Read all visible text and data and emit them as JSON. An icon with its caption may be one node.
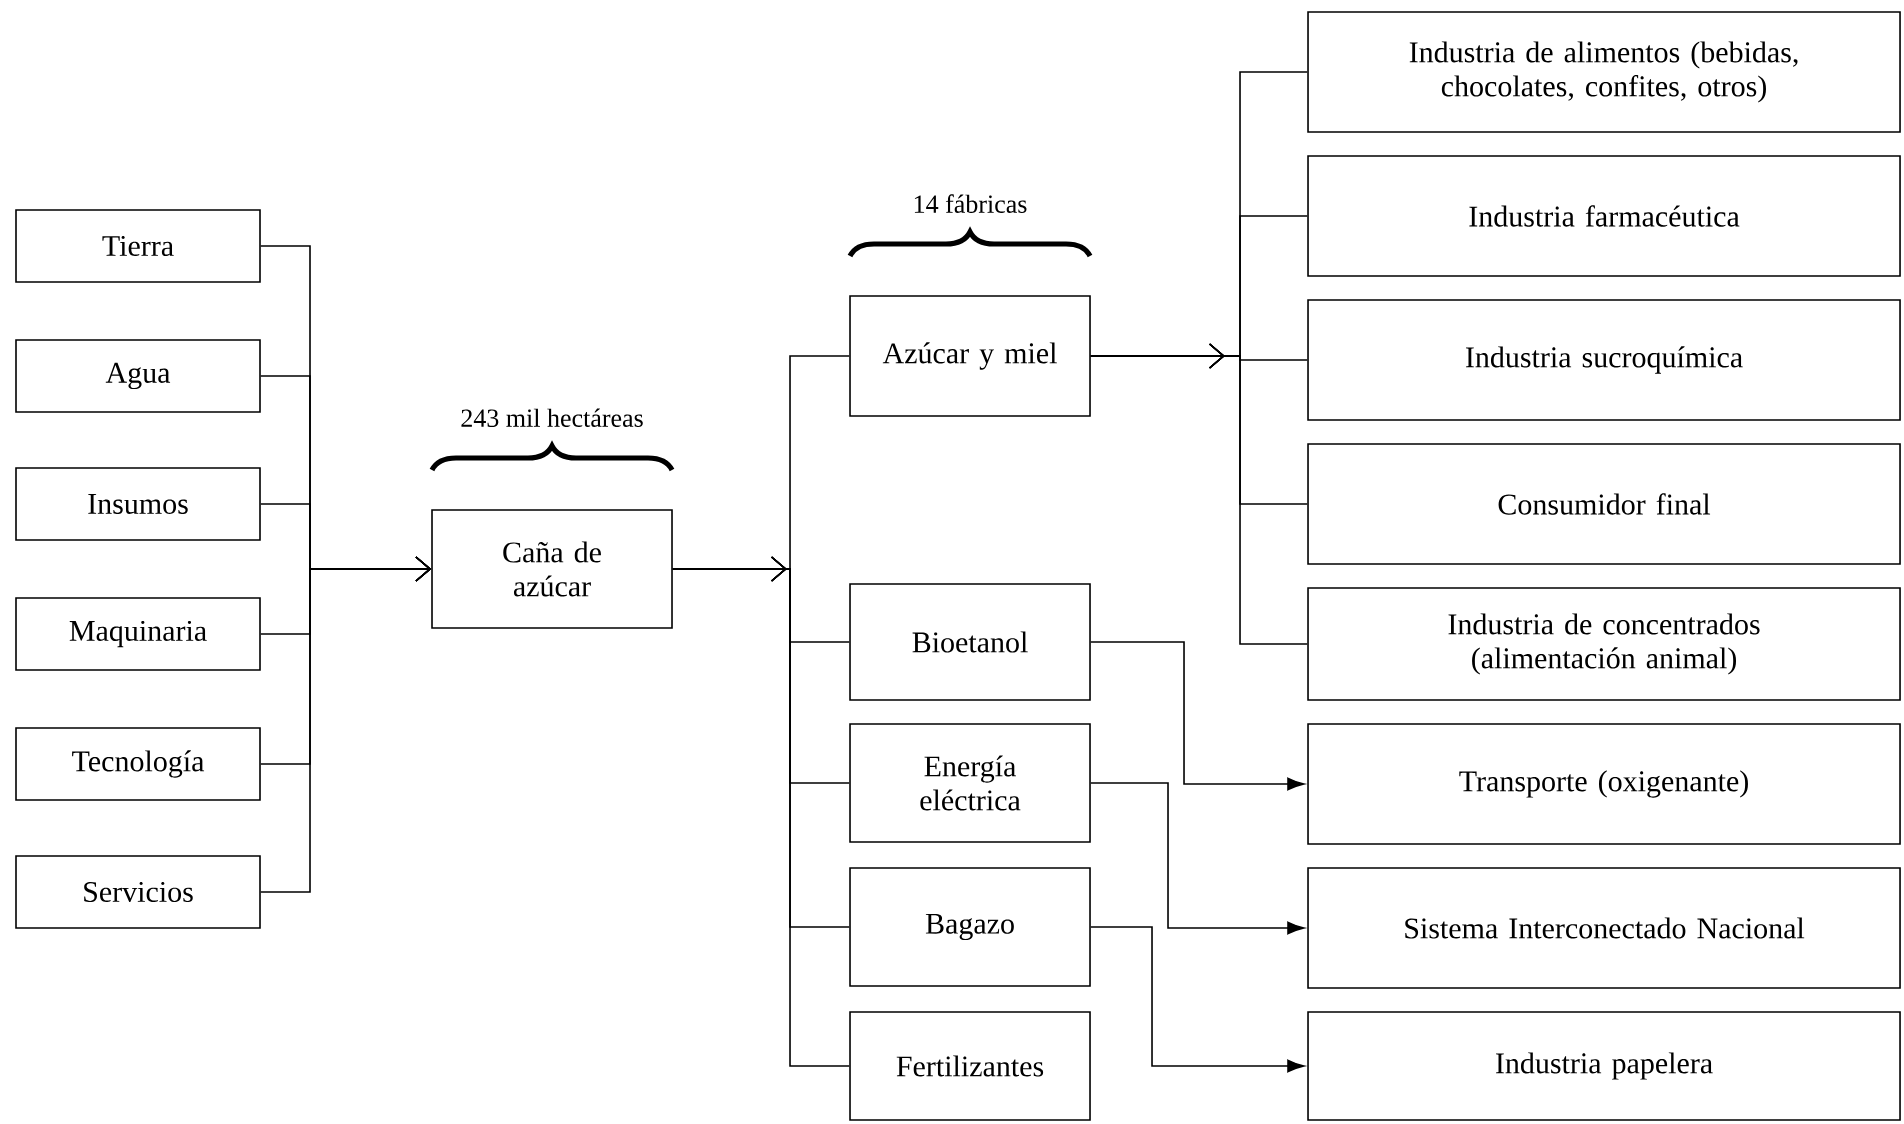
{
  "diagram": {
    "nodes": [
      {
        "text": [
          "Tierra"
        ]
      },
      {
        "text": [
          "Agua"
        ]
      },
      {
        "text": [
          "Insumos"
        ]
      },
      {
        "text": [
          "Maquinaria"
        ]
      },
      {
        "text": [
          "Tecnología"
        ]
      },
      {
        "text": [
          "Servicios"
        ]
      },
      {
        "text": [
          "Caña de azúcar"
        ],
        "beside": [
          "243 mil hectáreas"
        ]
      },
      {
        "text": [
          "Azúcar y miel"
        ],
        "beside": [
          "14 fábricas"
        ]
      },
      {
        "text": [
          "Bioetanol"
        ]
      },
      {
        "text": [
          "Energía eléctrica"
        ]
      },
      {
        "text": [
          "Bagazo"
        ]
      },
      {
        "text": [
          "Fertilizantes"
        ]
      },
      {
        "text": [
          "Industria de alimentos (bebidas, chocolates, confites, otros)"
        ]
      },
      {
        "text": [
          "Industria farmacéutica"
        ]
      },
      {
        "text": [
          "Industria sucroquímica"
        ]
      },
      {
        "text": [
          "Consumidor final"
        ]
      },
      {
        "text": [
          "Industria de concentrados (alimentación animal)"
        ]
      },
      {
        "text": [
          "Transporte (oxigenante)"
        ]
      },
      {
        "text": [
          "Sistema Interconectado Nacional"
        ]
      },
      {
        "text": [
          "Industria papelera"
        ]
      }
    ],
    "edges": [
      {
        "from": 0,
        "to": 6,
        "arrow": "to"
      },
      {
        "from": 1,
        "to": 6,
        "arrow": "to"
      },
      {
        "from": 2,
        "to": 6,
        "arrow": "to"
      },
      {
        "from": 3,
        "to": 6,
        "arrow": "to"
      },
      {
        "from": 4,
        "to": 6,
        "arrow": "to"
      },
      {
        "from": 5,
        "to": 6,
        "arrow": "to"
      },
      {
        "from": 6,
        "to": 7,
        "arrow": "to"
      },
      {
        "from": 6,
        "to": 8,
        "arrow": "to"
      },
      {
        "from": 6,
        "to": 9,
        "arrow": "to"
      },
      {
        "from": 6,
        "to": 10,
        "arrow": "to"
      },
      {
        "from": 6,
        "to": 11,
        "arrow": "to"
      },
      {
        "from": 7,
        "to": 12,
        "arrow": "to"
      },
      {
        "from": 7,
        "to": 13,
        "arrow": "to"
      },
      {
        "from": 7,
        "to": 14,
        "arrow": "to"
      },
      {
        "from": 7,
        "to": 15,
        "arrow": "to"
      },
      {
        "from": 7,
        "to": 16,
        "arrow": "to"
      },
      {
        "from": 8,
        "to": 17,
        "arrow": "to"
      },
      {
        "from": 9,
        "to": 18,
        "arrow": "to"
      },
      {
        "from": 10,
        "to": 19,
        "arrow": "to"
      }
    ]
  }
}
